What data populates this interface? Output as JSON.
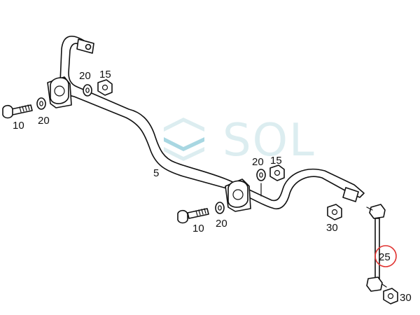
{
  "colors": {
    "line": "#111111",
    "background": "#ffffff",
    "watermark": "#d9ecef",
    "watermark_accent": "#9fd3df",
    "highlight_circle": "#e0312f"
  },
  "watermark": {
    "text": "SOL"
  },
  "labels": {
    "stabilizer_bar": "5",
    "bolt_left": "10",
    "washer_left": "20",
    "washer_upper_left": "20",
    "nut_upper_left": "15",
    "washer_upper_right": "20",
    "nut_upper_right": "15",
    "bolt_right": "10",
    "washer_right": "20",
    "nut_link_upper": "30",
    "link_rod": "25",
    "nut_link_lower": "30"
  }
}
